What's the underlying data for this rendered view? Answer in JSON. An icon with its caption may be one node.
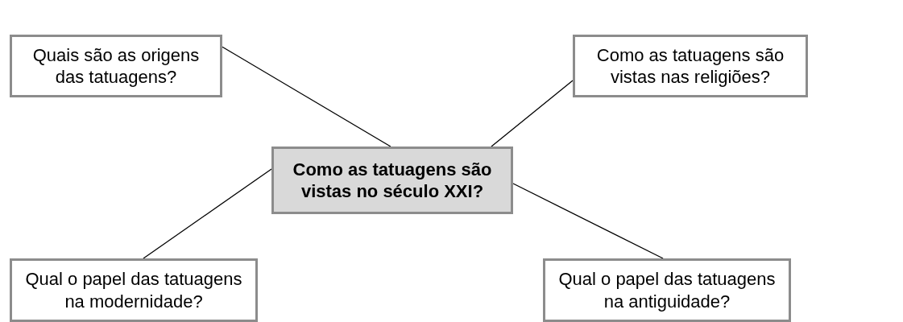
{
  "diagram": {
    "nodes": [
      {
        "text": [
          "Quais são as origens das tatuagens?"
        ]
      },
      {
        "text": [
          "Como as tatuagens são vistas nas religiões?"
        ]
      },
      {
        "text": [
          "Como as tatuagens são vistas no século XXI?"
        ]
      },
      {
        "text": [
          "Qual o papel das tatuagens na modernidade?"
        ]
      },
      {
        "text": [
          "Qual o papel das tatuagens na antiguidade?"
        ]
      }
    ],
    "edges": [
      {
        "from": 2,
        "to": 0,
        "arrow": "none"
      },
      {
        "from": 2,
        "to": 1,
        "arrow": "none"
      },
      {
        "from": 2,
        "to": 3,
        "arrow": "none"
      },
      {
        "from": 2,
        "to": 4,
        "arrow": "none"
      }
    ]
  }
}
